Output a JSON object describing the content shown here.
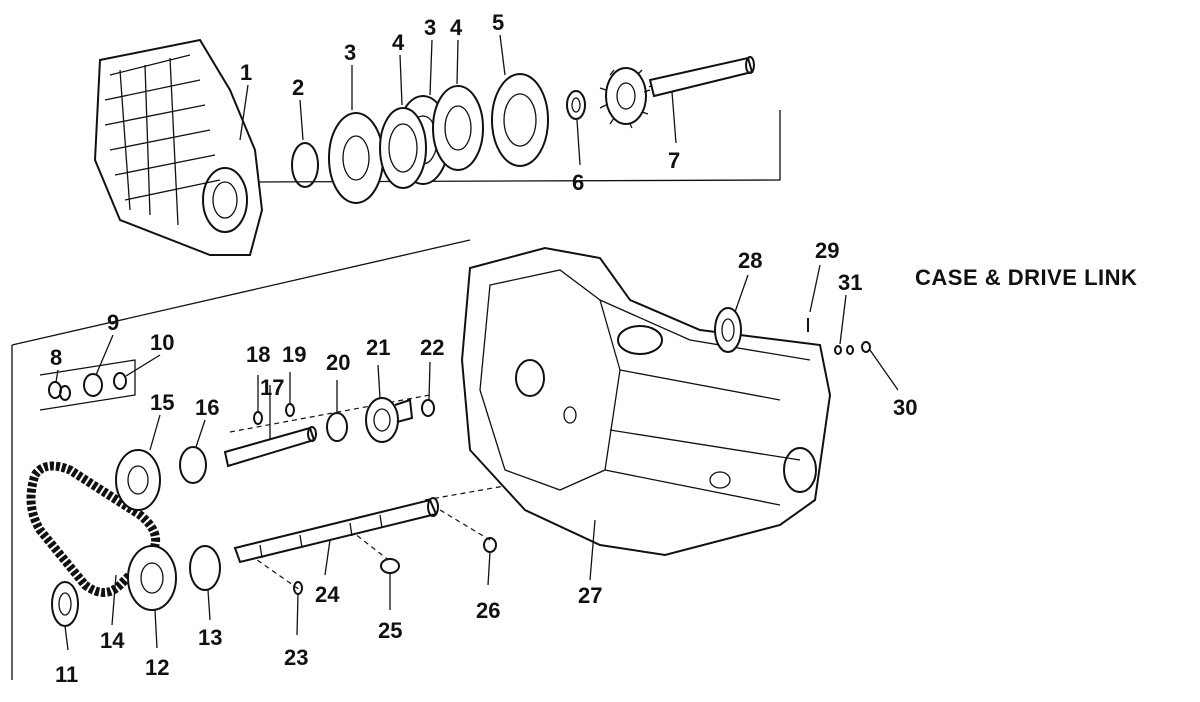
{
  "diagram": {
    "title": "CASE & DRIVE LINK",
    "callouts": [
      "1",
      "2",
      "3",
      "4",
      "3",
      "4",
      "5",
      "6",
      "7",
      "8",
      "9",
      "10",
      "11",
      "12",
      "13",
      "14",
      "15",
      "16",
      "17",
      "18",
      "19",
      "20",
      "21",
      "22",
      "23",
      "24",
      "25",
      "26",
      "27",
      "28",
      "29",
      "30",
      "31"
    ]
  }
}
